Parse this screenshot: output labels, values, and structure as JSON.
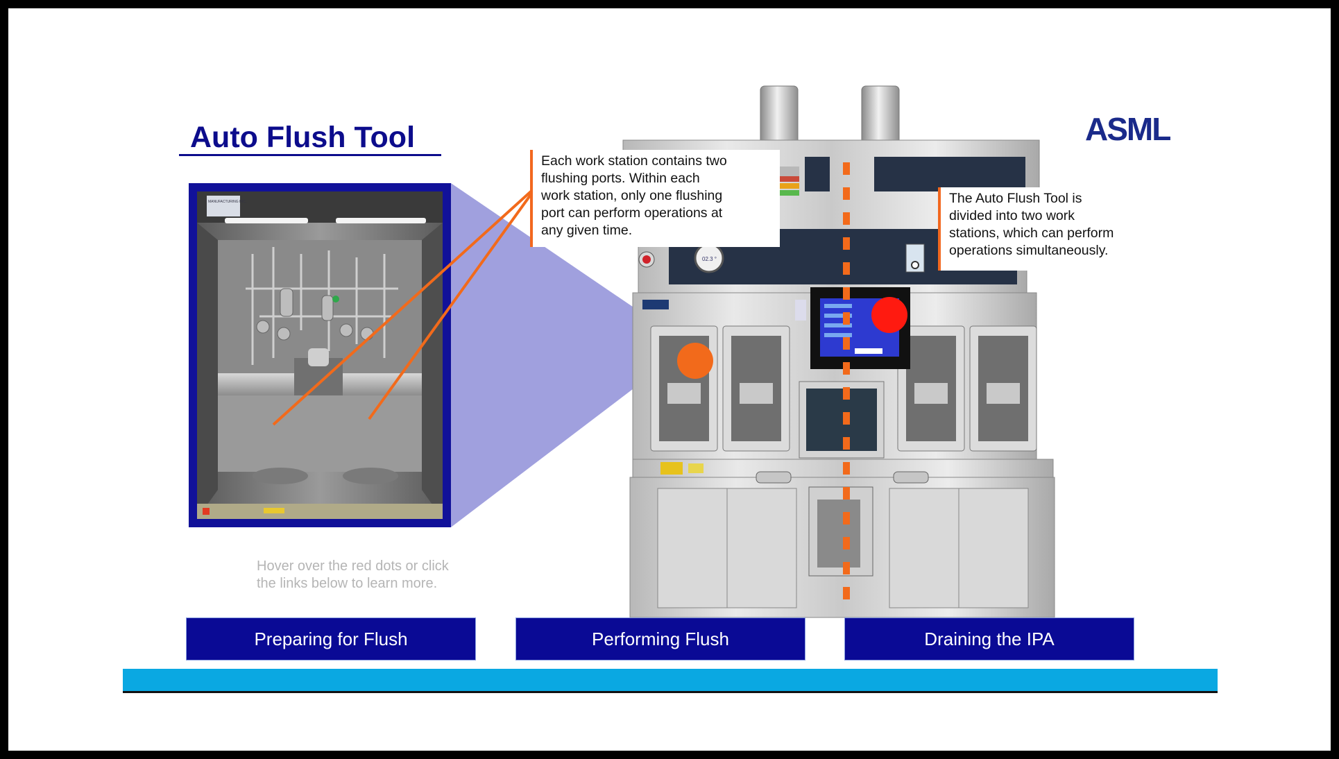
{
  "page": {
    "title": "Auto Flush Tool",
    "logo_text": "ASML",
    "hover_hint": "Hover over the red dots or click\nthe links below to learn more."
  },
  "callouts": [
    {
      "text": "Each work station contains two\nflushing ports. Within each\nwork station, only one flushing\nport can perform operations at\nany given time."
    },
    {
      "text": "The Auto Flush Tool is\ndivided into two work\nstations, which can perform\noperations simultaneously."
    }
  ],
  "nav": [
    {
      "label": "Preparing for Flush"
    },
    {
      "label": "Performing Flush"
    },
    {
      "label": "Draining the IPA"
    }
  ],
  "photo_labels": {
    "plate_text": "MANUFACTURING INC."
  },
  "screen_readout": "02.3 °",
  "colors": {
    "accent_blue": "#0a0a95",
    "title_blue": "#0c0c8c",
    "callout_orange": "#f2681f",
    "hotspot_red": "#ff1a10",
    "hotspot_orange": "#f26a1b",
    "bar_cyan": "#0aa8e2",
    "zoom_lavender": "#9b9bdc"
  },
  "icons": {
    "hotspot_red": "red-dot-hotspot-icon",
    "hotspot_orange": "orange-dot-hotspot-icon",
    "divider": "orange-dashed-divider"
  }
}
